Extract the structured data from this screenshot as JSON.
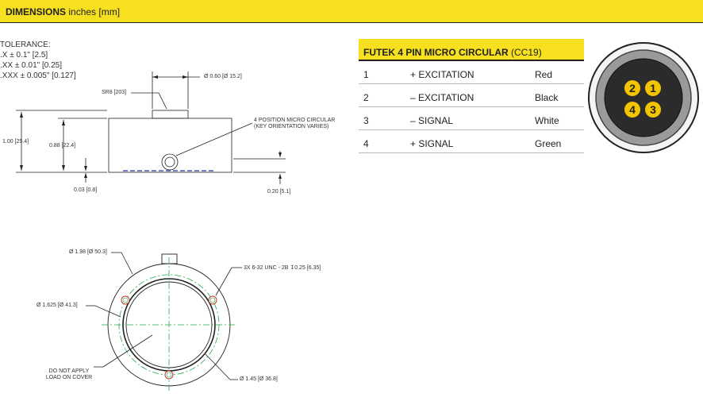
{
  "header": {
    "title": "DIMENSIONS",
    "units": "inches [mm]"
  },
  "tolerance": {
    "title": "TOLERANCE:",
    "lines": [
      ".X ± 0.1\" [2.5]",
      ".XX ± 0.01\" [0.25]",
      ".XXX ± 0.005\" [0.127]"
    ]
  },
  "side_view": {
    "dia_top": "Ø 0.60 [Ø 15.2]",
    "thread": "SR8 [203]",
    "connector_note": "4 POSITION MICRO CIRCULAR (KEY ORIENTATION VARIES)",
    "height_total": "1.00 [25.4]",
    "height_body": "0.88 [22.4]",
    "recess": "0.03 [0.8]",
    "connector_height": "0.20 [5.1]"
  },
  "top_view": {
    "outer_dia": "Ø 1.98 [Ø 50.3]",
    "bolt_circle": "Ø 1.625 [Ø 41.3]",
    "holes": "3X 6-32 UNC - 2B ↧0.25 [6.35]",
    "cover_note": "DO NOT APPLY LOAD ON COVER",
    "inner_dia": "Ø 1.45 [Ø 36.8]"
  },
  "pin_table": {
    "title": "FUTEK 4 PIN MICRO CIRCULAR",
    "code": "(CC19)",
    "rows": [
      {
        "pin": "1",
        "function": "+ EXCITATION",
        "color": "Red"
      },
      {
        "pin": "2",
        "function": "– EXCITATION",
        "color": "Black"
      },
      {
        "pin": "3",
        "function": "– SIGNAL",
        "color": "White"
      },
      {
        "pin": "4",
        "function": "+ SIGNAL",
        "color": "Green"
      }
    ]
  },
  "connector_pins": [
    "2",
    "1",
    "4",
    "3"
  ],
  "colors": {
    "accent": "#f6e020",
    "centerline": "#1fae4a",
    "hidden": "#2a3aa0"
  }
}
